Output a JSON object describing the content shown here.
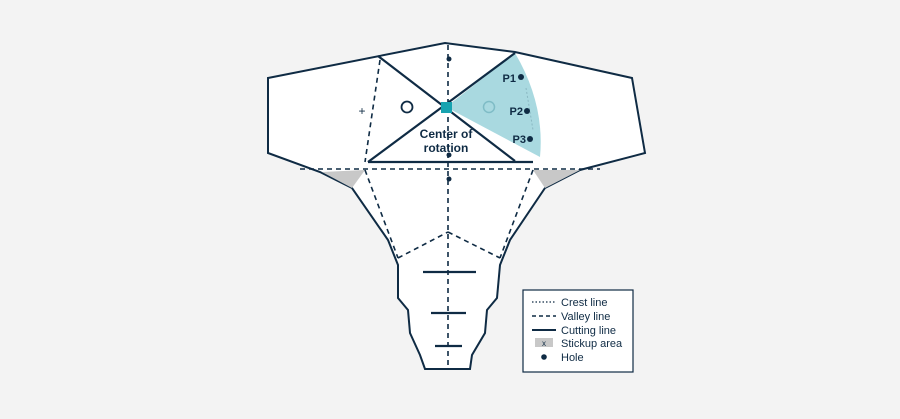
{
  "colors": {
    "background": "#f3f3f3",
    "outline": "#0f2b44",
    "highlight": "#a9d9e0",
    "center": "#18a3b0",
    "stickup": "#c8c8c8",
    "text": "#0f2b44"
  },
  "labels": {
    "center": "Center of",
    "center2": "rotation",
    "p1": "P1",
    "p2": "P2",
    "p3": "P3"
  },
  "legend": {
    "items": [
      {
        "style": "crest",
        "label": "Crest line"
      },
      {
        "style": "valley",
        "label": "Valley line"
      },
      {
        "style": "cutting",
        "label": "Cutting line"
      },
      {
        "style": "stickup",
        "label": "Stickup area",
        "glyph": "x"
      },
      {
        "style": "hole",
        "label": "Hole"
      }
    ]
  }
}
